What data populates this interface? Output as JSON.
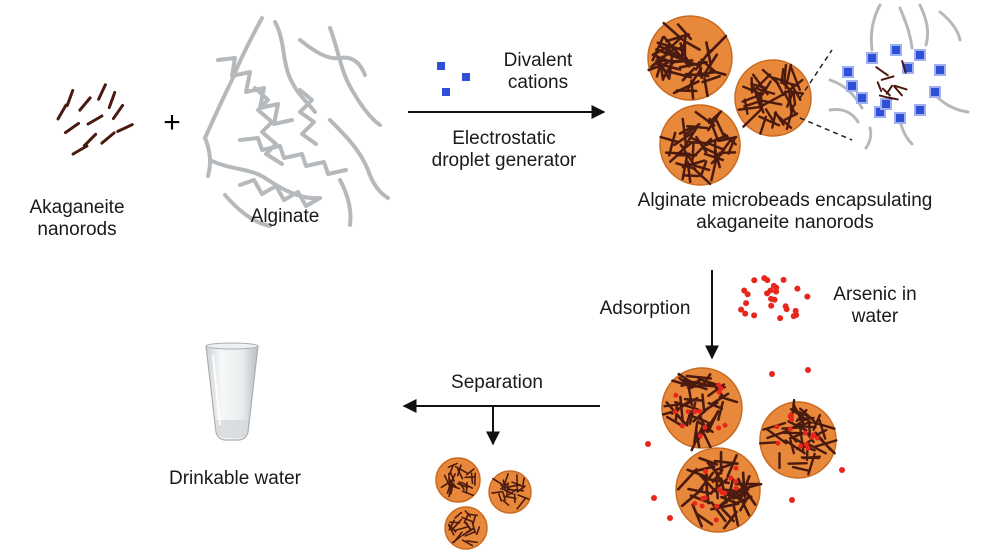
{
  "labels": {
    "akaganeite_line1": "Akaganeite",
    "akaganeite_line2": "nanorods",
    "plus": "+",
    "alginate": "Alginate",
    "divalent_line1": "Divalent",
    "divalent_line2": "cations",
    "electro_line1": "Electrostatic",
    "electro_line2": "droplet generator",
    "microbeads_line1": "Alginate microbeads encapsulating",
    "microbeads_line2": "akaganeite nanorods",
    "adsorption": "Adsorption",
    "arsenic_line1": "Arsenic in",
    "arsenic_line2": "water",
    "separation": "Separation",
    "drinkable": "Drinkable water"
  },
  "colors": {
    "bead": "#e8883a",
    "bead_edge": "#c96a22",
    "nanorod": "#4a1a10",
    "cation": "#2e4fd6",
    "arsenic": "#e8261c",
    "polymer": "#b5b9bc",
    "arrow": "#111111"
  }
}
